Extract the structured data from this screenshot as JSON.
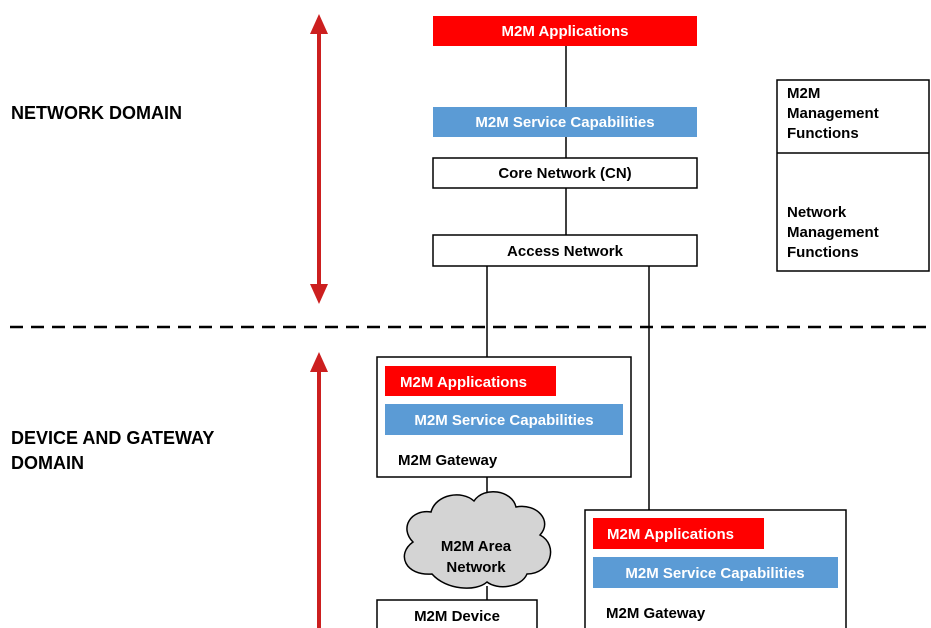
{
  "domains": {
    "network": "NETWORK DOMAIN",
    "device_gateway_line1": "DEVICE AND GATEWAY",
    "device_gateway_line2": "DOMAIN"
  },
  "network_domain": {
    "applications": "M2M Applications",
    "service_capabilities": "M2M Service Capabilities",
    "core_network": "Core Network (CN)",
    "access_network": "Access Network"
  },
  "management": {
    "m2m_line1": "M2M",
    "m2m_line2": "Management",
    "m2m_line3": "Functions",
    "network_line1": "Network",
    "network_line2": "Management",
    "network_line3": "Functions"
  },
  "gateway_1": {
    "applications": "M2M Applications",
    "service_capabilities": "M2M Service Capabilities",
    "label": "M2M Gateway"
  },
  "area_network": {
    "line1": "M2M Area",
    "line2": "Network"
  },
  "device": {
    "label": "M2M Device"
  },
  "gateway_2": {
    "applications": "M2M Applications",
    "service_capabilities": "M2M Service Capabilities",
    "label": "M2M Gateway"
  },
  "colors": {
    "red": "#ff0000",
    "blue": "#5b9bd5",
    "arrow_red": "#cc1f1f",
    "cloud_fill": "#d4d4d4",
    "line": "#000000"
  }
}
